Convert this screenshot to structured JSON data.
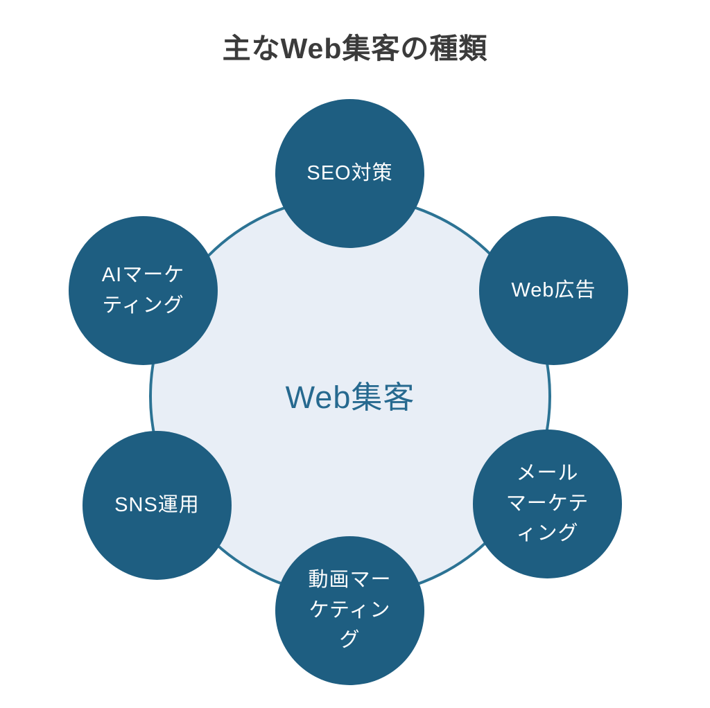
{
  "title": "主なWeb集客の種類",
  "hub": {
    "label": "Web集客"
  },
  "satellites": [
    {
      "id": "seo",
      "label": "SEO対策"
    },
    {
      "id": "web-ads",
      "label": "Web広告"
    },
    {
      "id": "email-marketing",
      "label": "メール\nマーケテ\nィング"
    },
    {
      "id": "video-marketing",
      "label": "動画マー\nケティン\nグ"
    },
    {
      "id": "sns",
      "label": "SNS運用"
    },
    {
      "id": "ai-marketing",
      "label": "AIマーケ\nティング"
    }
  ],
  "colors": {
    "background": "#FFFFFF",
    "node_fill": "#1E5E81",
    "node_text": "#FFFFFF",
    "hub_fill": "#E8EEF6",
    "hub_border": "#2C7394",
    "hub_text": "#26698F",
    "title_text": "#3B3B3B"
  }
}
